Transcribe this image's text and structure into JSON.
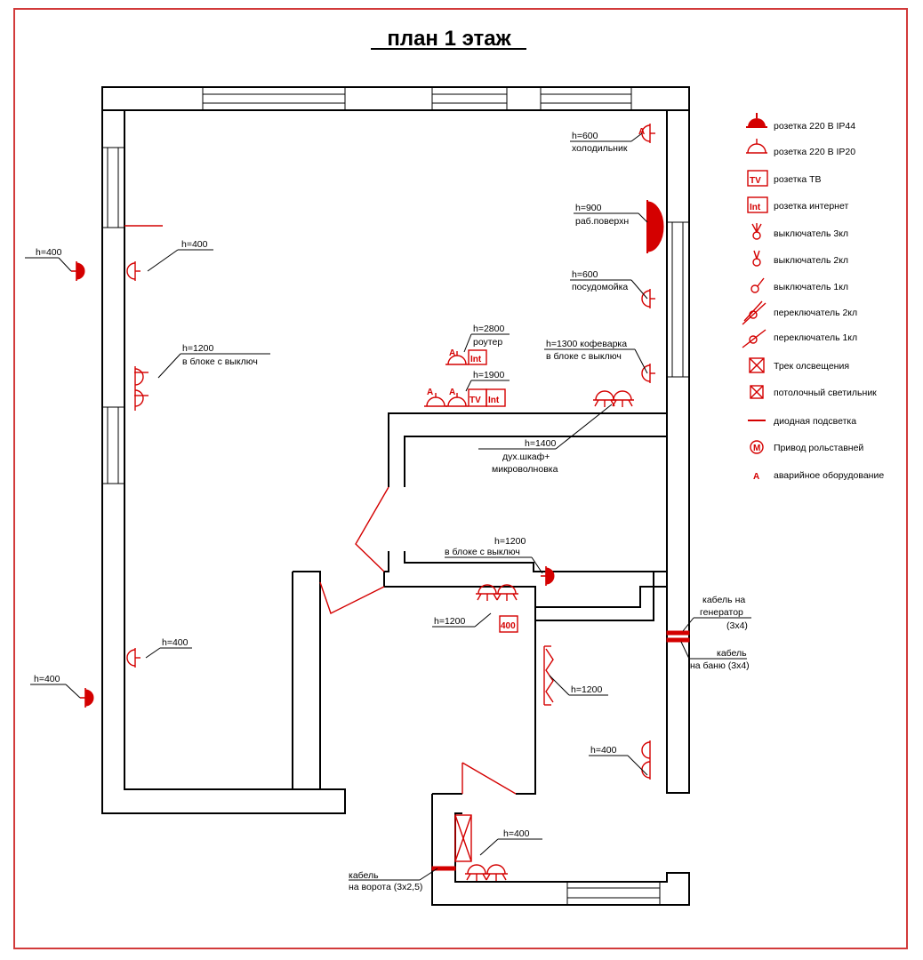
{
  "title": "план 1 этаж",
  "legend": [
    {
      "icon": "socket-ip44-icon",
      "label": "розетка 220 В IP44"
    },
    {
      "icon": "socket-ip20-icon",
      "label": "розетка 220 В IP20"
    },
    {
      "icon": "tv-socket-icon",
      "label": "розетка ТВ",
      "code": "TV"
    },
    {
      "icon": "internet-socket-icon",
      "label": "розетка интернет",
      "code": "Int"
    },
    {
      "icon": "switch-3-icon",
      "label": "выключатель 3кл"
    },
    {
      "icon": "switch-2-icon",
      "label": "выключатель 2кл"
    },
    {
      "icon": "switch-1-icon",
      "label": "выключатель 1кл"
    },
    {
      "icon": "toggle-2-icon",
      "label": "переключатель 2кл"
    },
    {
      "icon": "toggle-1-icon",
      "label": "переключатель 1кл"
    },
    {
      "icon": "track-light-icon",
      "label": "Трек олсвещения"
    },
    {
      "icon": "ceiling-light-icon",
      "label": "потолочный светильник"
    },
    {
      "icon": "led-strip-icon",
      "label": "диодная подсветка"
    },
    {
      "icon": "shutter-drive-icon",
      "label": "Привод рольставней",
      "code": "M"
    },
    {
      "icon": "emergency-icon",
      "label": "аварийное оборудование",
      "code": "A"
    }
  ],
  "labels": {
    "fridge_h": "h=600",
    "fridge": "холодильник",
    "work_h": "h=900",
    "work": "раб.поверхн",
    "dish_h": "h=600",
    "dish": "посудомойка",
    "coffee_h": "h=1300 кофеварка",
    "coffee": "в блоке с выключ",
    "router_h": "h=2800",
    "router": "роутер",
    "tv_h": "h=1900",
    "oven_h": "h=1400",
    "oven1": "дух.шкаф+",
    "oven2": "микроволновка",
    "left_h400a": "h=400",
    "left_h1200_h": "h=1200",
    "left_h1200": "в блоке с выключ",
    "left_h400b": "h=400",
    "ext_h400a": "h=400",
    "ext_h400b": "h=400",
    "hall_h1200_h": "h=1200",
    "hall_h1200": "в блоке с выключ",
    "bath_h1200": "h=1200",
    "bath_400": "400",
    "corr_h1200": "h=1200",
    "right_h400": "h=400",
    "gen1": "кабель на",
    "gen2": "генератор",
    "gen3": "(3х4)",
    "bath1": "кабель",
    "bath2": "на баню (3х4)",
    "gate1": "кабель",
    "gate2": "на ворота (3х2,5)",
    "entry_h400": "h=400",
    "code_tv": "TV",
    "code_int": "Int",
    "code_a": "A"
  }
}
